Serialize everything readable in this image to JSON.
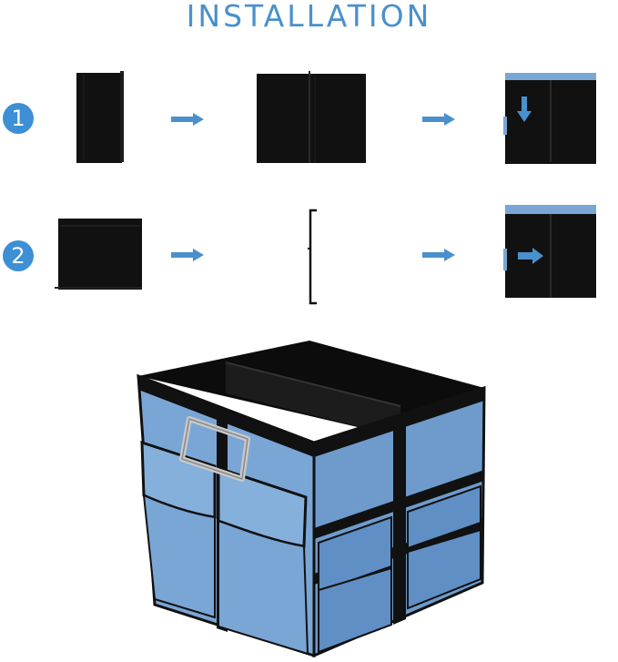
{
  "header": {
    "title": "INSTALLATION"
  },
  "steps": [
    {
      "number": "1"
    },
    {
      "number": "2"
    }
  ],
  "colors": {
    "accent": "#4a90cc",
    "badge": "#3d8fd6",
    "box_blue": "#7aa6d6",
    "box_black": "#111111"
  }
}
